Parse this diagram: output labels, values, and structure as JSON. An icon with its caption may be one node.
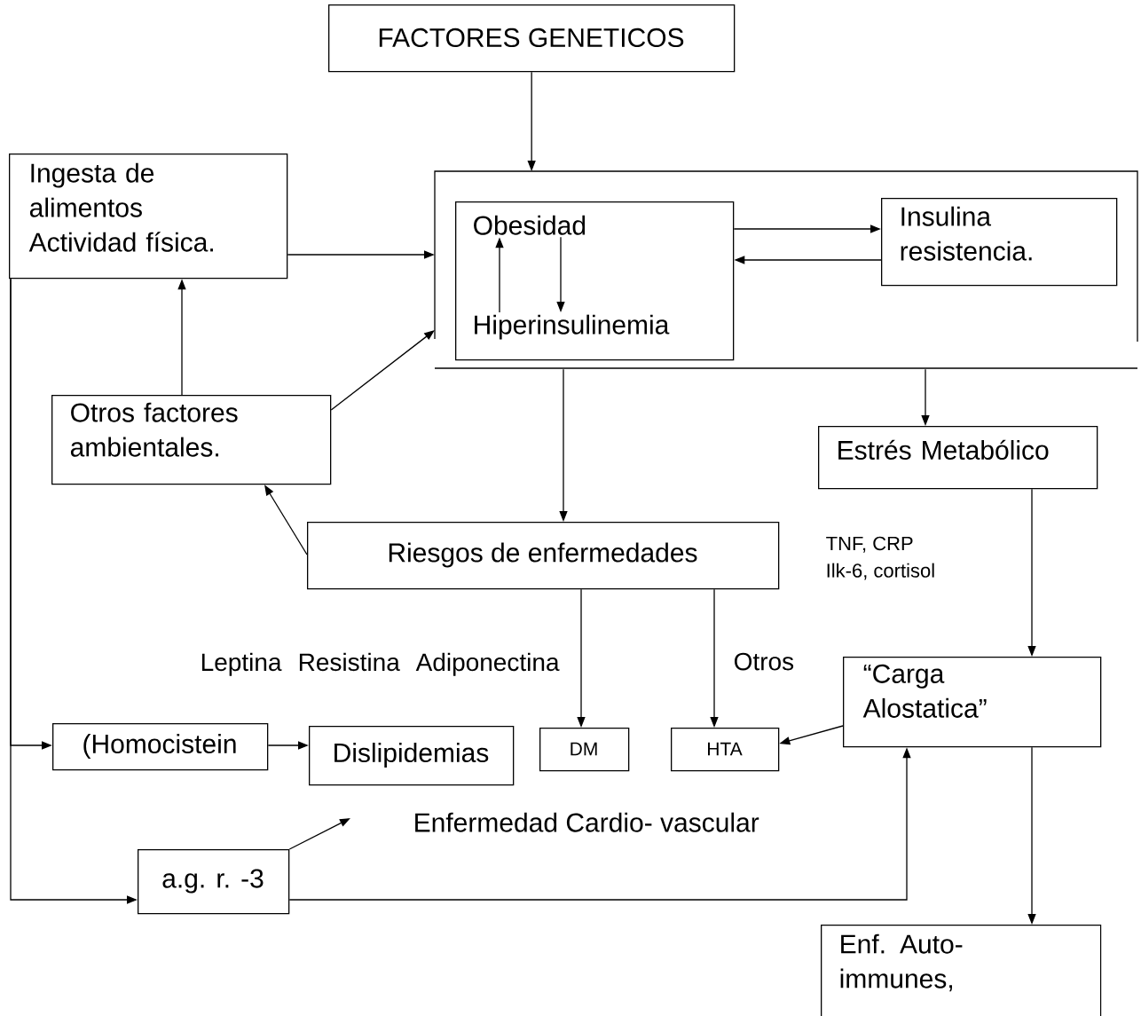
{
  "diagram": {
    "nodes": [
      {
        "text": [
          "FACTORES GENETICOS"
        ]
      },
      {
        "text": [],
        "shape": "box"
      },
      {
        "text": [],
        "shape": "box",
        "in": 1
      },
      {
        "text": [
          "Obesidad"
        ],
        "in": 2
      },
      {
        "text": [
          "Hiperinsulinemia"
        ],
        "in": 2
      },
      {
        "text": [
          "Insulina resistencia."
        ],
        "in": 1
      },
      {
        "text": [
          "Ingesta de alimentos",
          "Actividad física."
        ]
      },
      {
        "text": [
          "Otros factores ambientales."
        ]
      },
      {
        "text": [
          "Estrés Metabólico"
        ]
      },
      {
        "text": [
          "Riesgos de enfermedades"
        ]
      },
      {
        "text": [
          "“Carga Alostatica”"
        ]
      },
      {
        "text": [
          "(Homocistein"
        ]
      },
      {
        "text": [
          "Dislipidemias"
        ]
      },
      {
        "text": [
          "DM"
        ]
      },
      {
        "text": [
          "HTA"
        ]
      },
      {
        "text": [
          "a.g. r. -3"
        ]
      },
      {
        "text": [
          "Enf. Auto- immunes,"
        ]
      }
    ],
    "edges": [
      {
        "from": 0,
        "to": 1,
        "arrow": "to"
      },
      {
        "from": 6,
        "to": 1,
        "arrow": "to"
      },
      {
        "from": 7,
        "to": 1,
        "arrow": "to"
      },
      {
        "from": 7,
        "to": 6,
        "arrow": "to"
      },
      {
        "from": 9,
        "to": 7,
        "arrow": "to"
      },
      {
        "from": 1,
        "to": 9,
        "arrow": "to"
      },
      {
        "from": 2,
        "to": 5,
        "arrow": "to"
      },
      {
        "from": 5,
        "to": 2,
        "arrow": "to"
      },
      {
        "from": 4,
        "to": 3,
        "arrow": "to"
      },
      {
        "from": 3,
        "to": 4,
        "arrow": "to"
      },
      {
        "from": 1,
        "to": 8,
        "arrow": "to"
      },
      {
        "from": 8,
        "to": 10,
        "arrow": "to"
      },
      {
        "from": 9,
        "to": 13,
        "arrow": "to"
      },
      {
        "from": 9,
        "to": 14,
        "arrow": "to"
      },
      {
        "from": 10,
        "to": 14,
        "arrow": "to"
      },
      {
        "from": 10,
        "to": 16,
        "arrow": "to"
      },
      {
        "from": 15,
        "to": 10,
        "arrow": "to"
      },
      {
        "from": 6,
        "to": 11,
        "arrow": "to"
      },
      {
        "from": 6,
        "to": 15,
        "arrow": "to"
      },
      {
        "from": 11,
        "to": 12,
        "arrow": "to"
      },
      {
        "from": 15,
        "to": null,
        "arrow": "to"
      }
    ],
    "labels": [
      "Leptina",
      "Resistina",
      "Adiponectina",
      "Otros",
      "TNF, CRP",
      "Ilk-6, cortisol",
      "Enfermedad Cardio- vascular"
    ]
  }
}
